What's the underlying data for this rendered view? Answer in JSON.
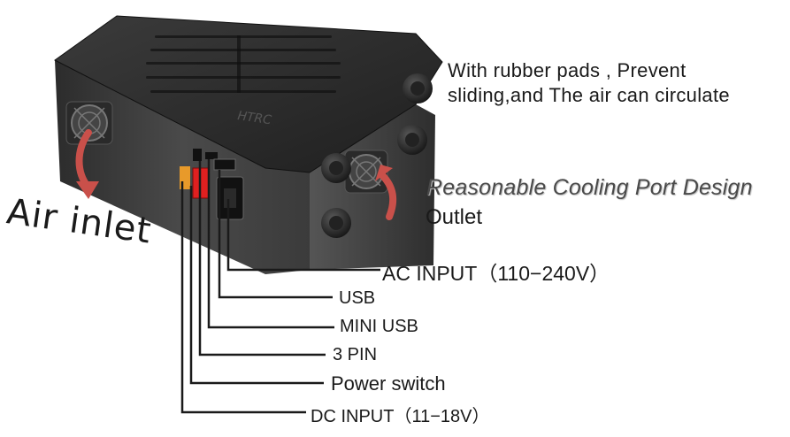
{
  "labels": {
    "rubber_line1": "With rubber pads , Prevent",
    "rubber_line2": "sliding,and The air can circulate",
    "cooling": "Reasonable Cooling Port Design",
    "outlet": "Outlet",
    "air_inlet": "Air inlet",
    "ac_input": "AC INPUT（110−240V）",
    "usb": "USB",
    "mini_usb": "MINI USB",
    "three_pin": "3 PIN",
    "power_switch": "Power switch",
    "dc_input": "DC INPUT（11−18V）"
  },
  "colors": {
    "body": "#3a3a3a",
    "top": "#2b2b2b",
    "arrow": "#c9504a",
    "switch": "#e02020",
    "port_orange": "#e89a2a",
    "line": "#1a1a1a"
  }
}
